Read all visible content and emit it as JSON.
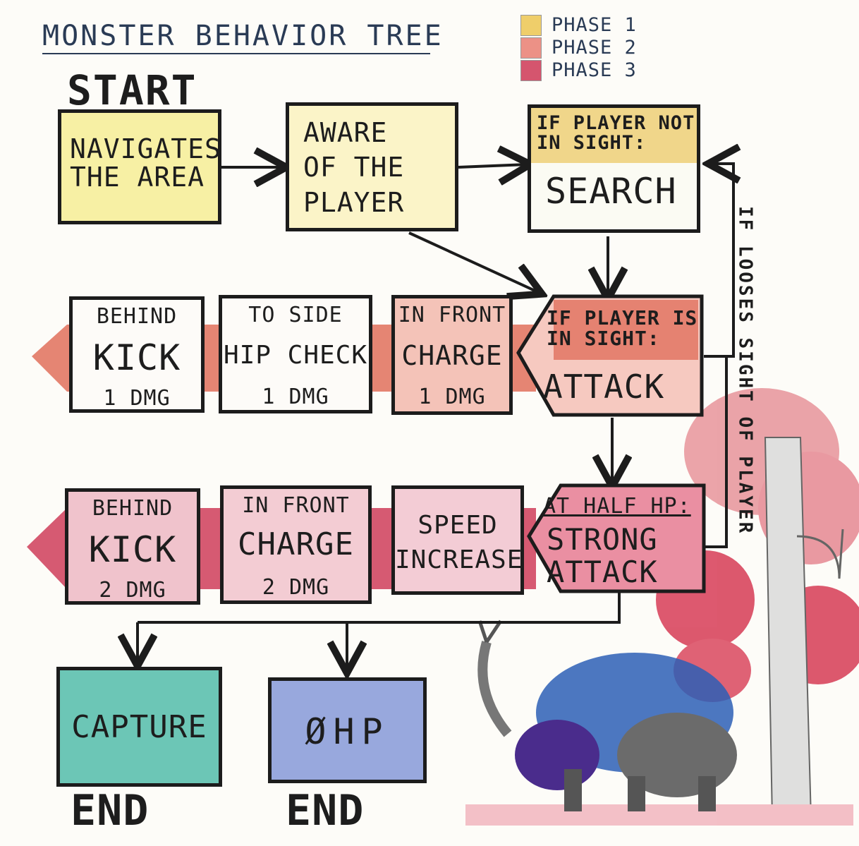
{
  "title": "MONSTER BEHAVIOR TREE",
  "legend": [
    {
      "label": "PHASE 1",
      "color": "#efce6a"
    },
    {
      "label": "PHASE 2",
      "color": "#ec9186"
    },
    {
      "label": "PHASE 3",
      "color": "#d5556e"
    }
  ],
  "start_label": "START",
  "nodes": {
    "navigates": "NAVIGATES\nTHE AREA",
    "aware": "AWARE\nOF THE\nPLAYER",
    "search_condition": "IF PLAYER NOT\nIN SIGHT:",
    "search_action": "SEARCH",
    "attack_condition": "IF PLAYER IS\nIN SIGHT:",
    "attack_action": "ATTACK",
    "strong_condition": "AT HALF HP:",
    "strong_action": "STRONG\nATTACK",
    "capture": "CAPTURE",
    "zero_hp": "ØHP"
  },
  "phase2_moves": [
    {
      "position": "BEHIND",
      "move": "KICK",
      "damage": "1 DMG"
    },
    {
      "position": "TO SIDE",
      "move": "HIP CHECK",
      "damage": "1 DMG"
    },
    {
      "position": "IN FRONT",
      "move": "CHARGE",
      "damage": "1 DMG"
    }
  ],
  "phase3_moves": [
    {
      "position": "BEHIND",
      "move": "KICK",
      "damage": "2 DMG"
    },
    {
      "position": "IN FRONT",
      "move": "CHARGE",
      "damage": "2 DMG"
    },
    {
      "position": "",
      "move": "SPEED\nINCREASE",
      "damage": ""
    }
  ],
  "loop_label": "IF LOOSES SIGHT OF PLAYER",
  "end_label": "END"
}
